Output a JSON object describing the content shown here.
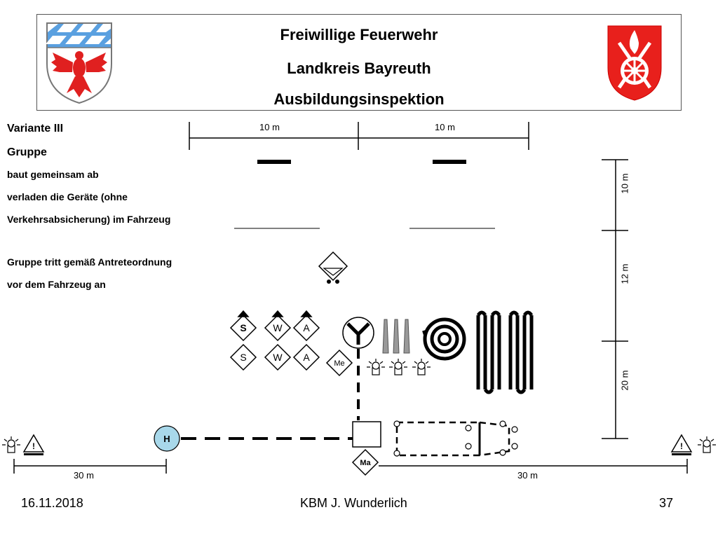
{
  "header": {
    "line1": "Freiwillige Feuerwehr",
    "line2": "Landkreis Bayreuth",
    "line3": "Ausbildungsinspektion"
  },
  "description": {
    "variant": "Variante III",
    "group": "Gruppe",
    "line1": "baut gemeinsam ab",
    "line2": "verladen die Geräte (ohne",
    "line3": "Verkehrsabsicherung) im Fahrzeug",
    "line4": "Gruppe tritt gemäß Antreteordnung",
    "line5": "vor dem Fahrzeug an"
  },
  "dimensions": {
    "top_left": "10 m",
    "top_right": "10 m",
    "right_top": "10 m",
    "right_mid": "12 m",
    "right_bottom": "20 m",
    "bottom_left": "30 m",
    "bottom_right": "30 m"
  },
  "symbols": {
    "s": "S",
    "w": "W",
    "a": "A",
    "me": "Me",
    "ma": "Ma",
    "h": "H"
  },
  "footer": {
    "date": "16.11.2018",
    "author": "KBM J. Wunderlich",
    "page": "37"
  }
}
